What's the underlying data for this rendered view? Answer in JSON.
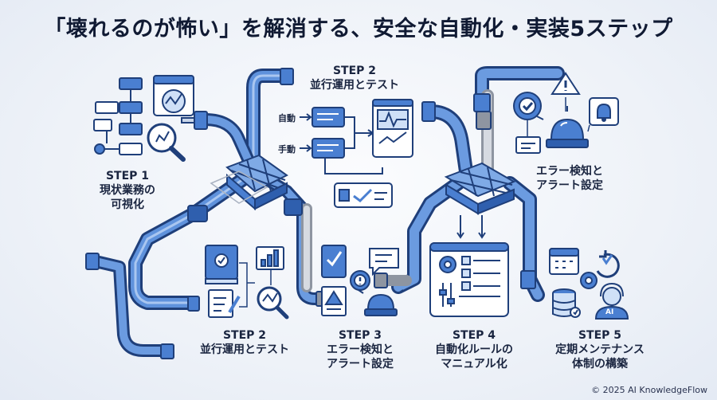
{
  "title": "「壊れるのが怖い」を解消する、安全な自動化・実装5ステップ",
  "steps_top": [
    {
      "step": "STEP 1",
      "lines": [
        "現状業務の",
        "可視化"
      ]
    },
    {
      "step": "STEP 2",
      "lines": [
        "並行運用とテスト"
      ]
    },
    {
      "step": "",
      "lines": [
        "エラー検知と",
        "アラート設定"
      ]
    }
  ],
  "steps_bottom": [
    {
      "step": "STEP 2",
      "lines": [
        "並行運用とテスト"
      ]
    },
    {
      "step": "STEP 3",
      "lines": [
        "エラー検知と",
        "アラート設定"
      ]
    },
    {
      "step": "STEP 4",
      "lines": [
        "自動化ルールの",
        "マニュアル化"
      ]
    },
    {
      "step": "STEP 5",
      "lines": [
        "定期メンテナンス",
        "体制の構築"
      ]
    }
  ],
  "tags": {
    "auto": "自動",
    "manual": "手動",
    "ai": "AI"
  },
  "copyright": "© 2025 AI KnowledgeFlow",
  "colors": {
    "pipe": "#4a7fd1",
    "pipe_dark": "#1f3f7a",
    "pipe_light": "#a9c6f0",
    "ink": "#1a2540",
    "gray_pipe": "#b9bfc9"
  }
}
